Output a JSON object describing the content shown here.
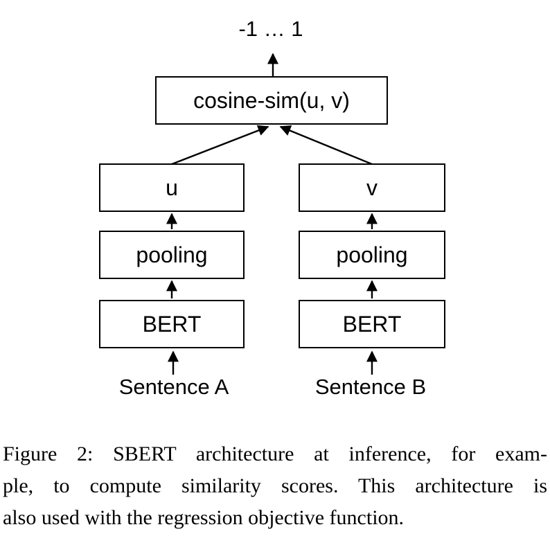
{
  "diagram": {
    "output_label": "-1 … 1",
    "boxes": {
      "cosine": "cosine-sim(u, v)",
      "u": "u",
      "v": "v",
      "pooling_left": "pooling",
      "pooling_right": "pooling",
      "bert_left": "BERT",
      "bert_right": "BERT"
    },
    "inputs": {
      "sentence_a": "Sentence A",
      "sentence_b": "Sentence B"
    }
  },
  "caption": {
    "lines": {
      "line1": "Figure 2: SBERT architecture at inference, for exam-",
      "line2": "ple, to compute similarity scores. This architecture is",
      "line3": "also used with the regression objective function."
    }
  },
  "colors": {
    "ink": "#000000",
    "background": "#ffffff"
  }
}
